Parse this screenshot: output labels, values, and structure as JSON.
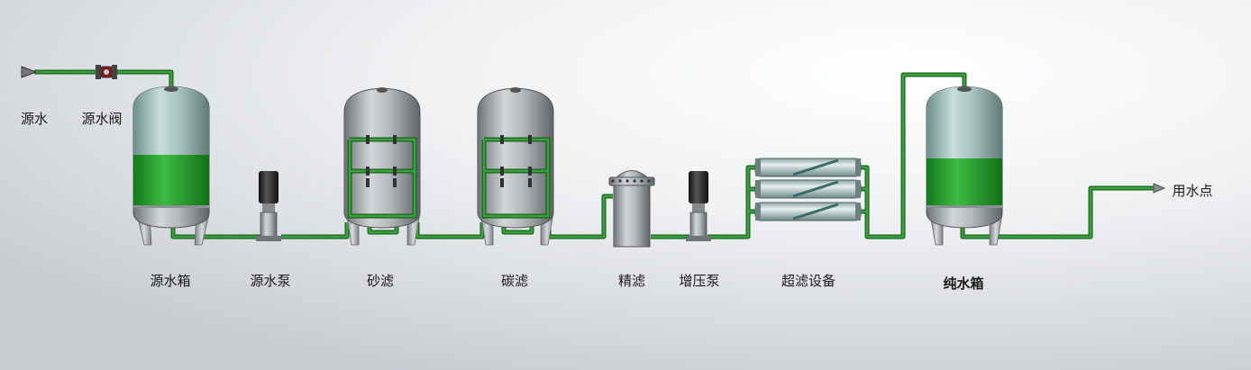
{
  "labels": {
    "raw_water": "源水",
    "raw_water_valve": "源水阀",
    "raw_water_tank": "源水箱",
    "raw_water_pump": "源水泵",
    "sand_filter": "砂滤",
    "carbon_filter": "碳滤",
    "precision_filter": "精滤",
    "booster_pump": "增压泵",
    "ultrafiltration_unit": "超滤设备",
    "pure_water_tank": "纯水箱",
    "point_of_use": "用水点"
  },
  "colors": {
    "pipe": "#2f9b33",
    "pipe_edge": "#1c5e1f",
    "water": "#2fa336",
    "tank_body": "#a9aeb2",
    "tank_upper_tinted": "#a8c6c2",
    "pump_motor": "#2b2b2b"
  }
}
